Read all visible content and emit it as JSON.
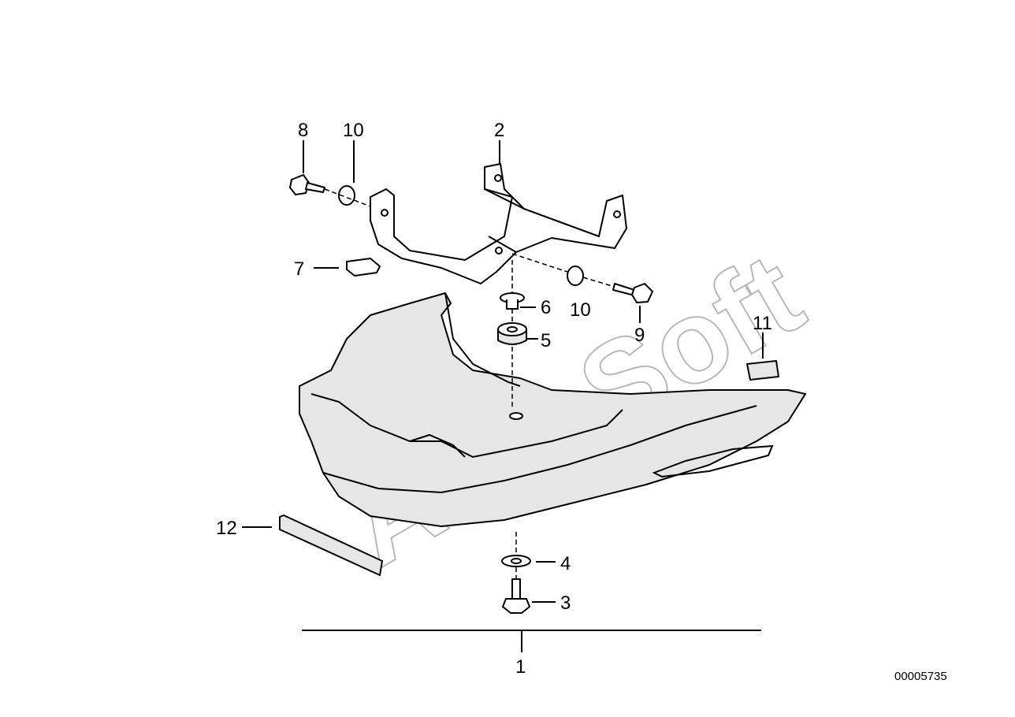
{
  "watermark": "AutoSoft",
  "diagram_number": "00005735",
  "callouts": {
    "c1": "1",
    "c2": "2",
    "c3": "3",
    "c4": "4",
    "c5": "5",
    "c6": "6",
    "c7": "7",
    "c8": "8",
    "c9": "9",
    "c10a": "10",
    "c10b": "10",
    "c11": "11",
    "c12": "12"
  }
}
